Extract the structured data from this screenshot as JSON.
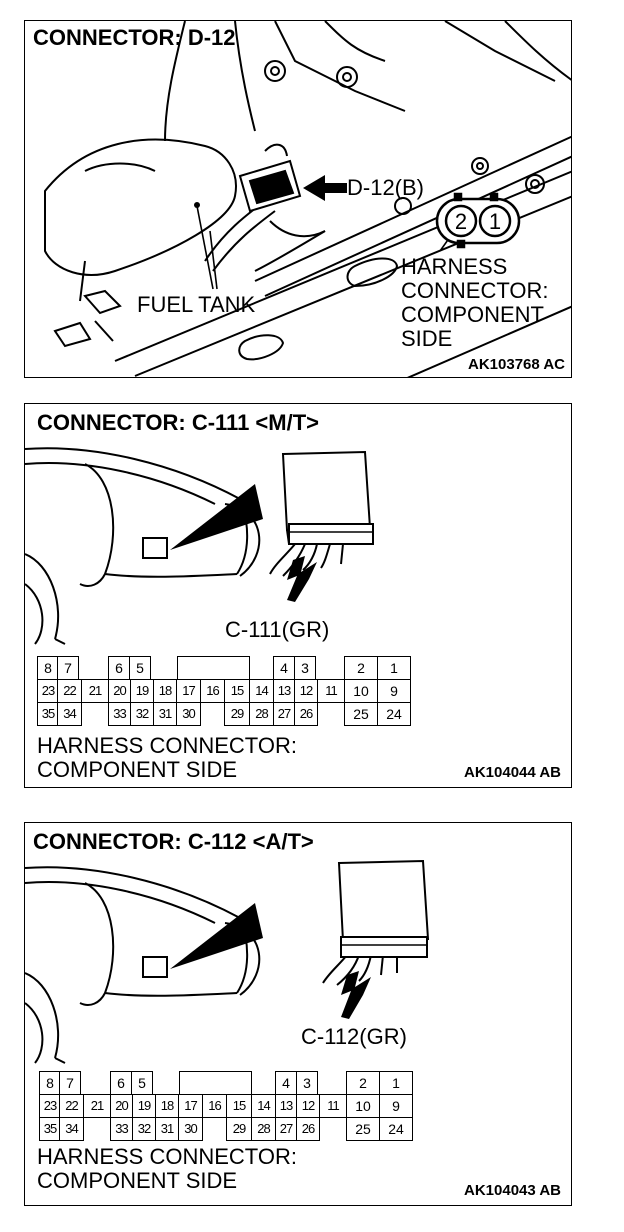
{
  "panels": [
    {
      "title": "CONNECTOR: D-12",
      "connector_label": "D-12(B)",
      "fuel_tank_label": "FUEL TANK",
      "pin_labels": [
        "2",
        "1"
      ],
      "note_lines": [
        "HARNESS",
        "CONNECTOR:",
        "COMPONENT",
        "SIDE"
      ],
      "code": "AK103768 AC"
    },
    {
      "title": "CONNECTOR: C-111 <M/T>",
      "connector_label": "C-111(GR)",
      "note_lines": [
        "HARNESS CONNECTOR:",
        "COMPONENT SIDE"
      ],
      "code": "AK104044 AB"
    },
    {
      "title": "CONNECTOR: C-112 <A/T>",
      "connector_label": "C-112(GR)",
      "note_lines": [
        "HARNESS CONNECTOR:",
        "COMPONENT SIDE"
      ],
      "code": "AK104043 AB"
    }
  ],
  "pin_grid": {
    "row1": [
      "8",
      "7",
      "6",
      "5",
      "4",
      "3",
      "2",
      "1"
    ],
    "row2": [
      "23",
      "22",
      "21",
      "20",
      "19",
      "18",
      "17",
      "16",
      "15",
      "14",
      "13",
      "12",
      "11",
      "10",
      "9"
    ],
    "row3": [
      "35",
      "34",
      "33",
      "32",
      "31",
      "30",
      "29",
      "28",
      "27",
      "26",
      "25",
      "24"
    ]
  }
}
